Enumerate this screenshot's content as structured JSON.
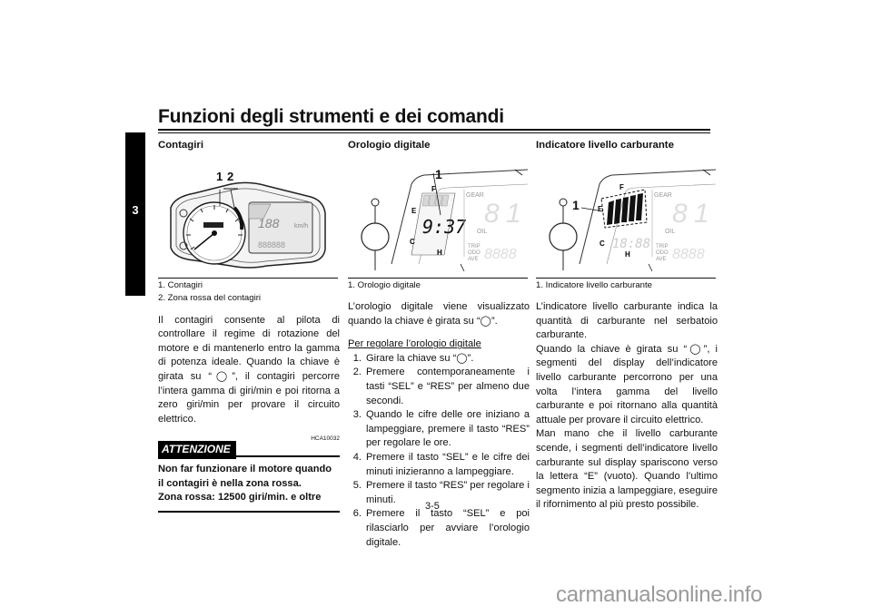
{
  "header": {
    "title": "Funzioni degli strumenti e dei comandi"
  },
  "side_tab": {
    "number": "3"
  },
  "col1": {
    "heading": "Contagiri",
    "figure_callouts": [
      "1",
      "2"
    ],
    "captions": [
      "1. Contagiri",
      "2. Zona rossa del contagiri"
    ],
    "body": "Il contagiri consente al pilota di controllare il regime di rotazione del motore e di mantenerlo entro la gamma di potenza ideale. Quando la chiave è girata su “◯”, il contagiri percorre l’intera gamma di giri/min e poi ritorna a zero giri/min per provare il circuito elettrico.",
    "attention": {
      "code": "HCA10032",
      "label": "ATTENZIONE",
      "line1": "Non far funzionare il motore quando il contagiri è nella zona rossa.",
      "line2": "Zona rossa: 12500 giri/min. e oltre"
    }
  },
  "col2": {
    "heading": "Orologio digitale",
    "figure_callout": "1",
    "figure_display": {
      "time": "9:37",
      "fuel_e": "E",
      "fuel_f": "F",
      "temp_c": "C",
      "temp_h": "H",
      "gear": "GEAR",
      "oil": "OIL",
      "trip": "TRIP",
      "odo": "ODO",
      "ave": "AVE"
    },
    "caption": "1. Orologio digitale",
    "body": "L’orologio digitale viene visualizzato quando la chiave è girata su “◯”.",
    "procedure_title": "Per regolare l’orologio digitale",
    "steps": [
      {
        "n": "1.",
        "text": "Girare la chiave su “◯”."
      },
      {
        "n": "2.",
        "text": "Premere contemporaneamente i tasti “SEL” e “RES” per almeno due secondi."
      },
      {
        "n": "3.",
        "text": "Quando le cifre delle ore iniziano a lampeggiare, premere il tasto “RES” per regolare le ore."
      },
      {
        "n": "4.",
        "text": "Premere il tasto “SEL” e le cifre dei minuti inizieranno a lampeggiare."
      },
      {
        "n": "5.",
        "text": "Premere il tasto “RES” per regolare i minuti."
      },
      {
        "n": "6.",
        "text": "Premere il tasto “SEL” e poi rilasciarlo per avviare l’orologio digitale."
      }
    ]
  },
  "col3": {
    "heading": "Indicatore livello carburante",
    "figure_callout": "1",
    "caption": "1. Indicatore livello carburante",
    "body1": "L’indicatore livello carburante indica la quantità di carburante nel serbatoio carburante.",
    "body2": "Quando la chiave è girata su “◯”, i segmenti del display dell’indicatore livello carburante percorrono per una volta l’intera gamma del livello carburante e poi ritornano alla quantità attuale per provare il circuito elettrico.",
    "body3": "Man mano che il livello carburante scende, i segmenti dell’indicatore livello carburante sul display spariscono verso la lettera “E” (vuoto). Quando l’ultimo segmento inizia a lampeggiare, eseguire il rifornimento al più presto possibile."
  },
  "footer": {
    "page_number": "3-5",
    "watermark": "carmanualsonline.info"
  }
}
